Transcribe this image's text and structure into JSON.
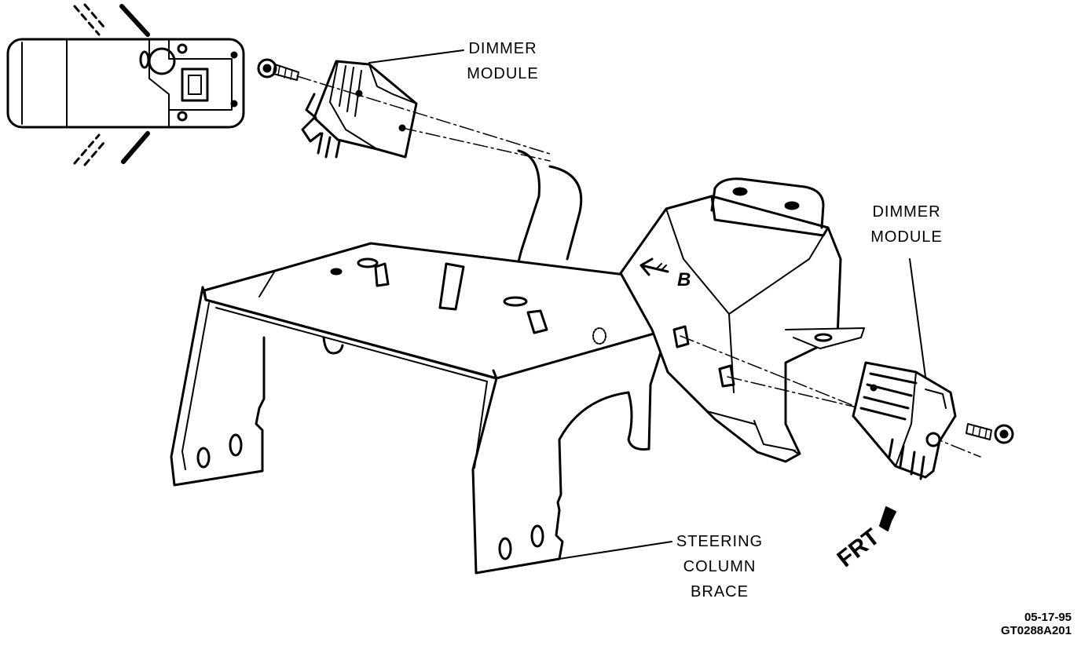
{
  "labels": {
    "dimmer_module_top": [
      "DIMMER",
      "MODULE"
    ],
    "dimmer_module_right": [
      "DIMMER",
      "MODULE"
    ],
    "steering_column_brace": [
      "STEERING",
      "COLUMN",
      "BRACE"
    ],
    "view_marker": "B",
    "front_indicator": "FRT"
  },
  "figure_code": {
    "date": "05-17-95",
    "id": "GT0288A201"
  }
}
